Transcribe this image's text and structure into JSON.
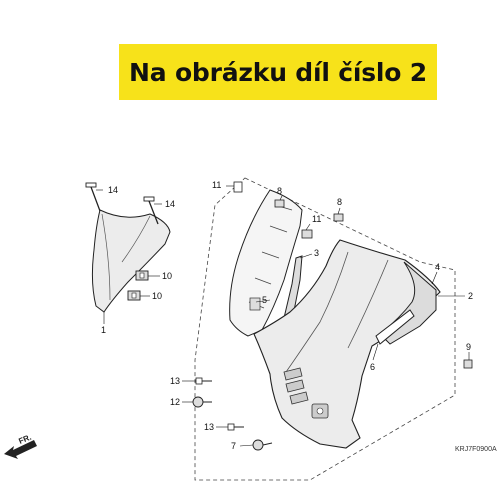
{
  "banner": {
    "text": "Na obrázku díl číslo 2",
    "color": "#f7e21a"
  },
  "diagram": {
    "callouts": [
      "14",
      "14",
      "10",
      "10",
      "1",
      "11",
      "8",
      "8",
      "11",
      "3",
      "5",
      "4",
      "2",
      "6",
      "9",
      "13",
      "12",
      "13",
      "7"
    ],
    "direction_label": "FR.",
    "drawing_code": "KRJ7F0900A"
  }
}
